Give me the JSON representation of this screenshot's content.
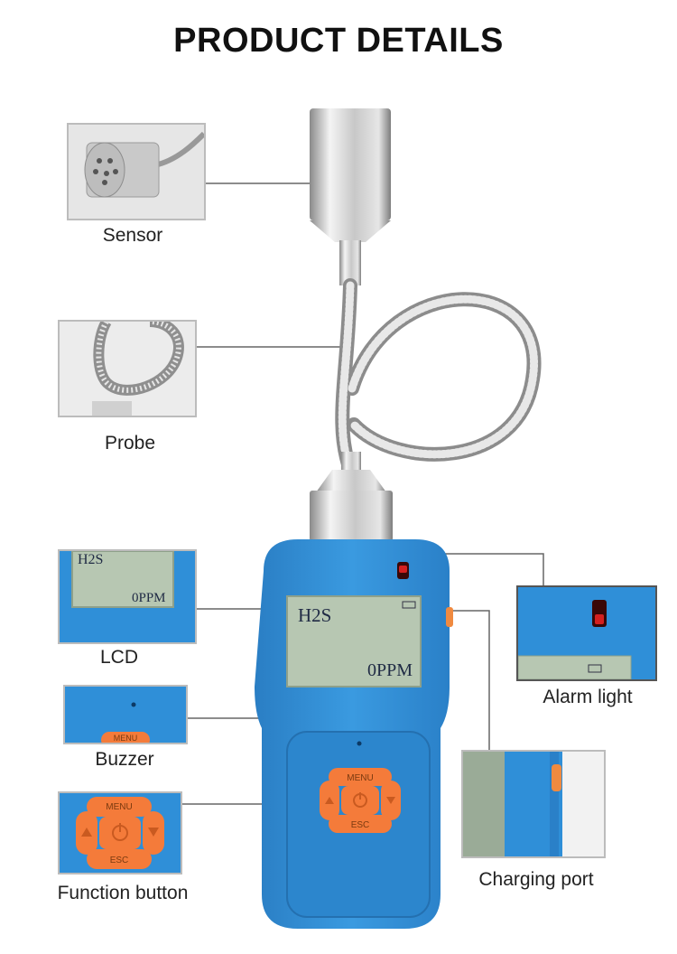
{
  "page": {
    "title": "PRODUCT DETAILS"
  },
  "callouts": {
    "sensor": "Sensor",
    "probe": "Probe",
    "lcd": "LCD",
    "buzzer": "Buzzer",
    "function_button": "Function button",
    "alarm_light": "Alarm light",
    "charging_port": "Charging port"
  },
  "device": {
    "gas": "H2S",
    "reading": "0PPM",
    "buttons": {
      "menu": "MENU",
      "esc": "ESC"
    }
  },
  "colors": {
    "device_body": "#2f8fd8",
    "button": "#f47b3a",
    "lcd_background": "#b7c7b2",
    "alarm_led": "#d42020"
  }
}
